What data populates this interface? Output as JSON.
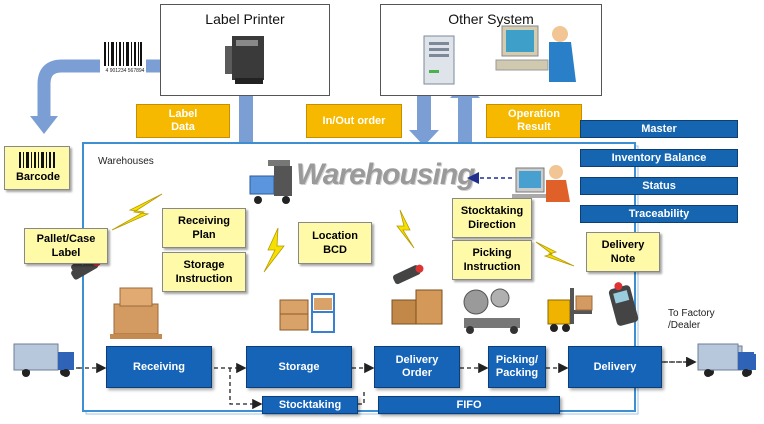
{
  "top": {
    "label_printer": "Label Printer",
    "other_system": "Other System"
  },
  "data_tags": {
    "label_data": "Label\nData",
    "in_out_order": "In/Out order",
    "operation_result": "Operation\nResult"
  },
  "barcode_label": "Barcode",
  "barcode_digits": "4 901234 567894",
  "side_panel": {
    "items": [
      "Master",
      "Inventory Balance",
      "Status",
      "Traceability"
    ]
  },
  "warehouse": {
    "label": "Warehouses",
    "title": "Warehousing"
  },
  "notes": {
    "pallet_case_label": "Pallet/Case\nLabel",
    "receiving_plan": "Receiving\nPlan",
    "storage_instruction": "Storage\nInstruction",
    "location_bcd": "Location\nBCD",
    "stocktaking_direction": "Stocktaking\nDirection",
    "picking_instruction": "Picking\nInstruction",
    "delivery_note": "Delivery\nNote"
  },
  "process": {
    "receiving": "Receiving",
    "storage": "Storage",
    "delivery_order": "Delivery\nOrder",
    "picking_packing": "Picking/\nPacking",
    "delivery": "Delivery",
    "stocktaking": "Stocktaking",
    "fifo": "FIFO"
  },
  "destination": "To Factory\n/Dealer",
  "colors": {
    "orange": "#f6b900",
    "navy": "#1565b0",
    "note_yellow": "#fffaa8",
    "frame_blue": "#3d8fd1",
    "arrow_blue": "#7b9fd4"
  }
}
